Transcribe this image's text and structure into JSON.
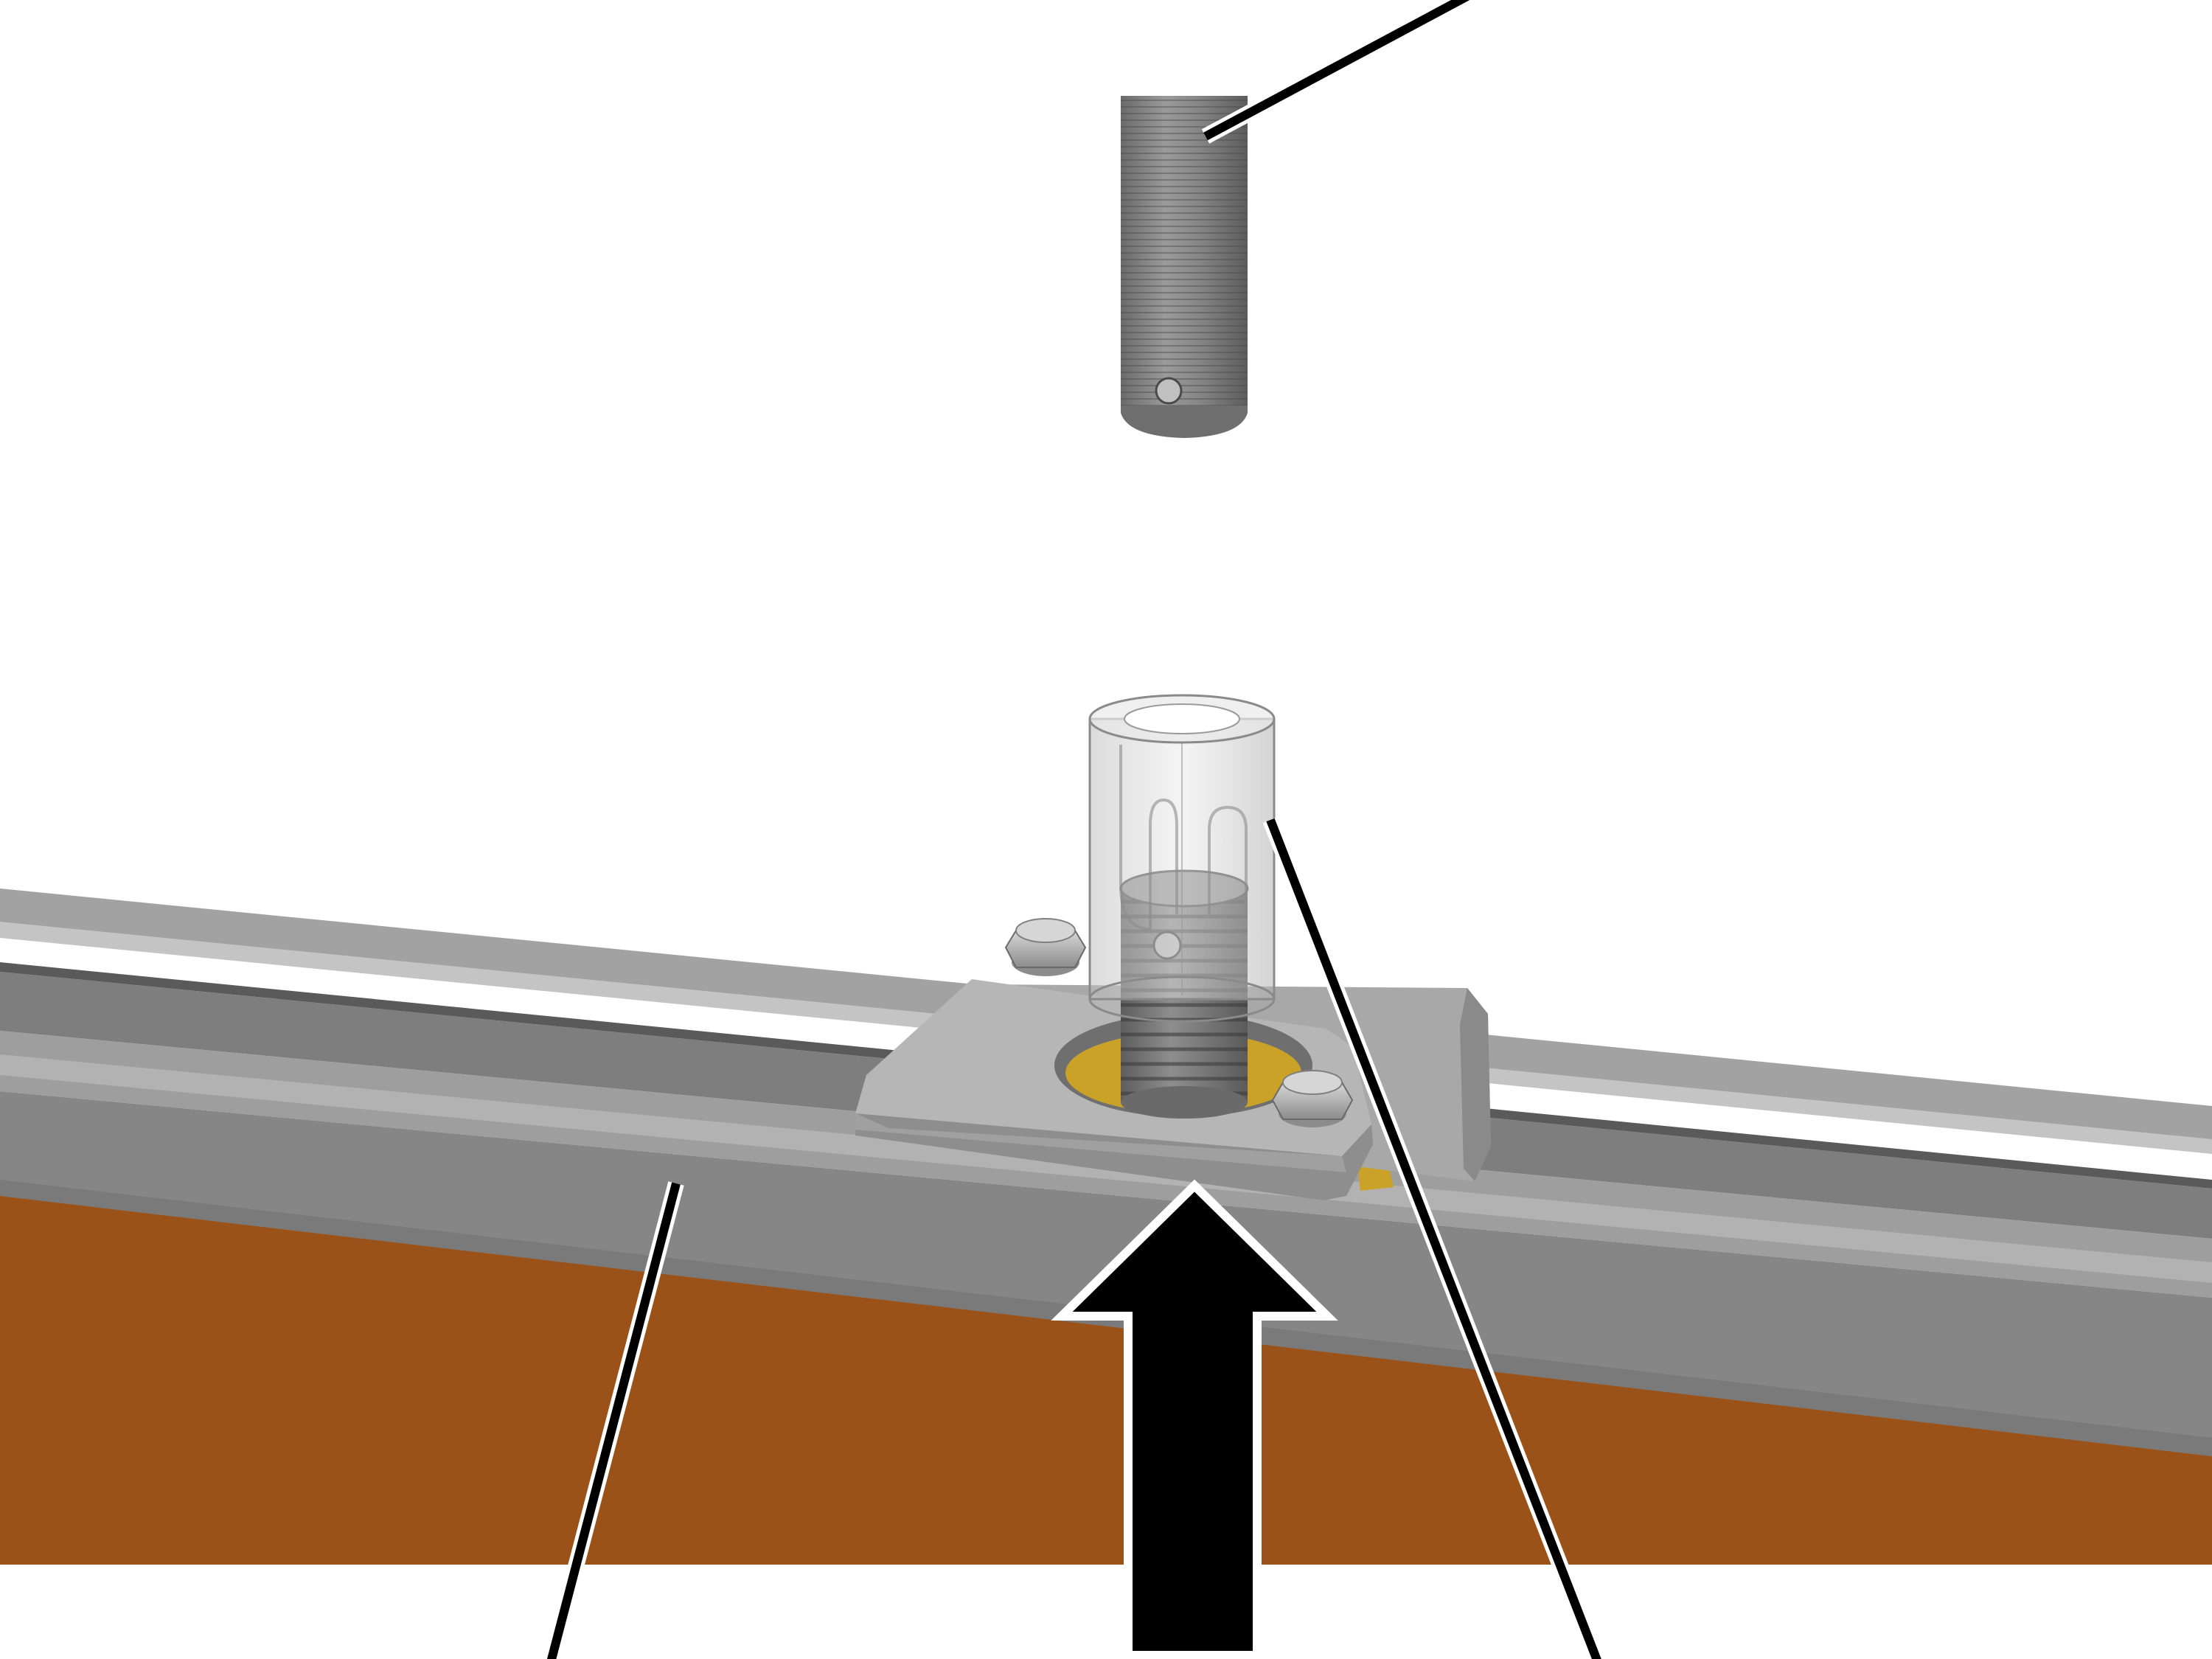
{
  "figure": {
    "kind": "technical-assembly-illustration",
    "colors": {
      "background": "#ffffff",
      "wood": "#9a5218",
      "rail_light": "#a9a9a9",
      "rail_mid": "#8c8c8c",
      "rail_dark": "#6e6e6e",
      "plate": "#b4b4b4",
      "plate_edge": "#8a8a8a",
      "pin": "#8f8f8f",
      "sleeve": "#c8c8c8",
      "brass": "#c9a227",
      "leader_line": "#000000",
      "arrow": "#000000"
    },
    "parts": [
      "threaded-pin",
      "clear-sleeve",
      "rail-track",
      "mounting-plate",
      "hex-bolt",
      "wooden-base"
    ],
    "callouts": [
      "callout-line-pin",
      "callout-line-rail",
      "callout-line-sleeve"
    ],
    "arrow_direction": "up"
  }
}
